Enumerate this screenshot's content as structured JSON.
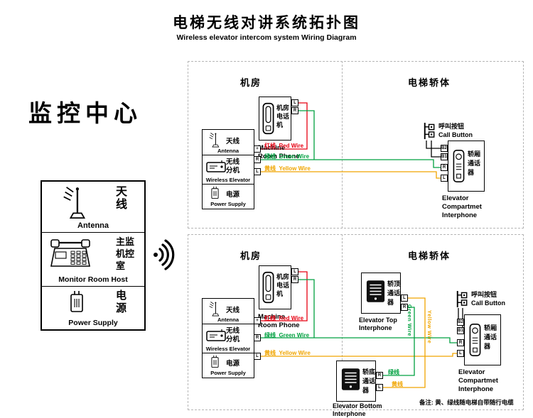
{
  "header": {
    "title_zh": "电梯无线对讲系统拓扑图",
    "title_en": "Wireless elevator intercom system Wiring Diagram"
  },
  "monitor": {
    "heading": "监控中心",
    "antenna_zh": "天\n线",
    "antenna_en": "Antenna",
    "host_zh": "主监\n机控\n室",
    "host_en": "Monitor Room Host",
    "power_zh": "电\n源",
    "power_en": "Power Supply"
  },
  "sections": [
    {
      "room_label": "机房",
      "car_label": "电梯轿体",
      "phone_zh": "机房\n电话\n机",
      "phone_en": "Machine\nRoom Phone",
      "phone_terminals": [
        "L",
        "R"
      ],
      "antenna_zh": "天线",
      "antenna_en": "Antenna",
      "wireless_zh": "无线\n分机",
      "wireless_en": "Wireless Elevator",
      "power_zh": "电源",
      "power_en": "Power Supply",
      "station_terminals": [
        "+",
        "R",
        "L"
      ],
      "wire_red": "红线  Red Wire",
      "wire_green": "绿线  Green Wire",
      "wire_yellow": "黄线  Yellow Wire",
      "call_button": "呼叫按钮\nCall Button",
      "interphone_zh": "轿厢\n通话\n器",
      "interphone_en": "Elevator\nCompartmet\nInterphone",
      "interphone_terminals": [
        "B2",
        "B1",
        "R",
        "L"
      ]
    },
    {
      "room_label": "机房",
      "car_label": "电梯轿体",
      "phone_zh": "机房\n电话\n机",
      "phone_en": "Machine\nRoom Phone",
      "phone_terminals": [
        "L",
        "R"
      ],
      "antenna_zh": "天线",
      "antenna_en": "Antenna",
      "wireless_zh": "无线\n分机",
      "wireless_en": "Wireless Elevator",
      "power_zh": "电源",
      "power_en": "Power Supply",
      "station_terminals": [
        "+",
        "R",
        "L"
      ],
      "wire_red": "红线  Red Wire",
      "wire_green": "绿线  Green Wire",
      "wire_yellow": "黄线  Yellow Wire",
      "call_button": "呼叫按钮\nCall Button",
      "interphone_zh": "轿厢\n通话\n器",
      "interphone_en": "Elevator\nCompartmet\nInterphone",
      "interphone_terminals": [
        "B2",
        "B1",
        "R",
        "L"
      ],
      "top_interphone_zh": "轿顶\n通话\n器",
      "top_interphone_en": "Elevator Top\nInterphone",
      "top_interphone_terminals": [
        "L",
        "R"
      ],
      "bottom_interphone_zh": "轿底\n通话\n器",
      "bottom_interphone_en": "Elevator Bottom\nInterphone",
      "bottom_interphone_terminals": [
        "R",
        "L"
      ],
      "bottom_wire_green": "绿线",
      "bottom_wire_yellow": "黄线",
      "vertical_green": "Green Wire",
      "vertical_yellow": "Yellow Wire"
    }
  ],
  "note": "备注: 黄、绿线随电梯自带随行电缆",
  "colors": {
    "red_wire": "#E60012",
    "green_wire": "#00A040",
    "yellow_wire": "#F0A500"
  }
}
